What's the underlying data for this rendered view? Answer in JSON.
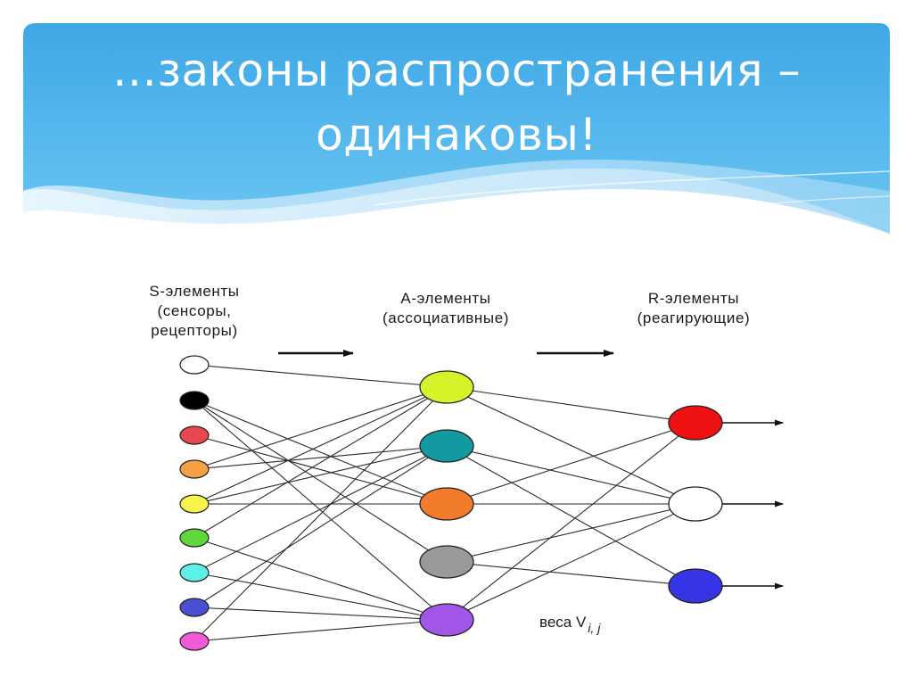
{
  "slide": {
    "title_line1": "…законы распространения –",
    "title_line2": "одинаковы!",
    "header_color": "#4fb5ea",
    "header_color_light": "#bfe6fb"
  },
  "diagram": {
    "s_label": [
      "S-элементы",
      "(сенсоры,",
      "рецепторы)"
    ],
    "a_label": [
      "А-элементы",
      "(ассоциативные)"
    ],
    "r_label": [
      "R-элементы",
      "(реагирующие)"
    ],
    "weights_label": "веса V",
    "weights_subscript": "i, j",
    "s_nodes": [
      {
        "color": "#ffffff"
      },
      {
        "color": "#000000"
      },
      {
        "color": "#e8474f"
      },
      {
        "color": "#f6a045"
      },
      {
        "color": "#f6f34d"
      },
      {
        "color": "#5fd83b"
      },
      {
        "color": "#5ef0e8"
      },
      {
        "color": "#4a4ed0"
      },
      {
        "color": "#f05ad6"
      }
    ],
    "a_nodes": [
      {
        "color": "#d8f22a"
      },
      {
        "color": "#129aa0"
      },
      {
        "color": "#f37b2c"
      },
      {
        "color": "#9a9a9a"
      },
      {
        "color": "#a256e8"
      }
    ],
    "r_nodes": [
      {
        "color": "#ee1111"
      },
      {
        "color": "#ffffff"
      },
      {
        "color": "#3535e6"
      }
    ],
    "s_to_a": [
      [
        0,
        0
      ],
      [
        1,
        2
      ],
      [
        1,
        3
      ],
      [
        1,
        4
      ],
      [
        2,
        2
      ],
      [
        3,
        0
      ],
      [
        3,
        1
      ],
      [
        4,
        0
      ],
      [
        4,
        1
      ],
      [
        4,
        2
      ],
      [
        5,
        0
      ],
      [
        5,
        4
      ],
      [
        6,
        1
      ],
      [
        6,
        4
      ],
      [
        7,
        1
      ],
      [
        7,
        4
      ],
      [
        8,
        0
      ],
      [
        8,
        4
      ]
    ],
    "a_to_r": [
      [
        0,
        0
      ],
      [
        0,
        1
      ],
      [
        1,
        1
      ],
      [
        1,
        2
      ],
      [
        2,
        0
      ],
      [
        2,
        1
      ],
      [
        3,
        1
      ],
      [
        3,
        2
      ],
      [
        4,
        0
      ],
      [
        4,
        1
      ]
    ]
  }
}
